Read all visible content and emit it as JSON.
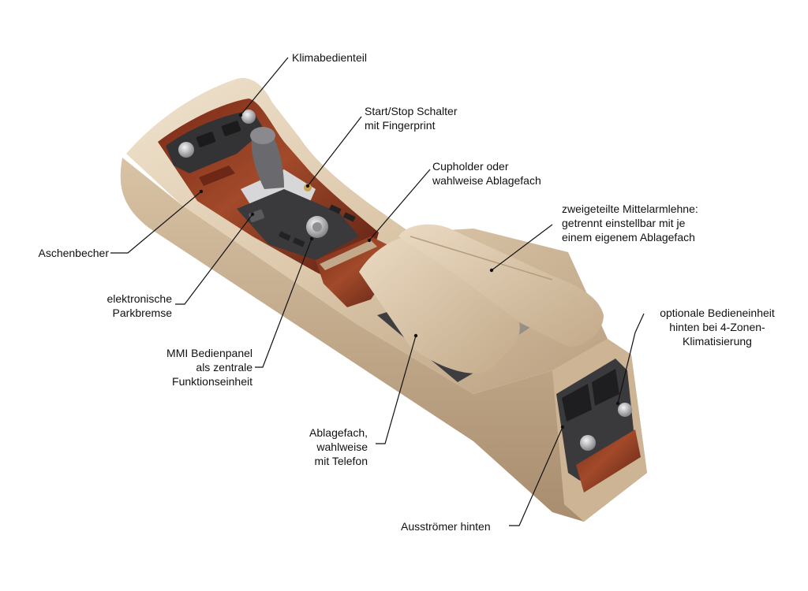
{
  "labels": {
    "klima": "Klimabedienteil",
    "startstop": "Start/Stop Schalter\nmit Fingerprint",
    "cupholder": "Cupholder oder\nwahlweise Ablagefach",
    "mittelarmlehne": "zweigeteilte Mittelarmlehne:\ngetrennt einstellbar mit je\neinem eigenem Ablagefach",
    "aschenbecher": "Aschenbecher",
    "parkbremse": "elektronische\nParkbremse",
    "mmi": "MMI Bedienpanel\nals zentrale\nFunktionseinheit",
    "bedieneinheit": "optionale Bedieneinheit\nhinten bei 4-Zonen-\nKlimatisierung",
    "ablagefach": "Ablagefach,\nwahlweise\nmit Telefon",
    "ausstroemer": "Ausströmer hinten"
  },
  "colors": {
    "leather": "#e3cfb5",
    "leather_dark": "#b9a183",
    "wood": "#8a3a22",
    "wood_dark": "#5a1f12",
    "panel": "#3b3b3d",
    "chrome": "#c9c9cc"
  }
}
